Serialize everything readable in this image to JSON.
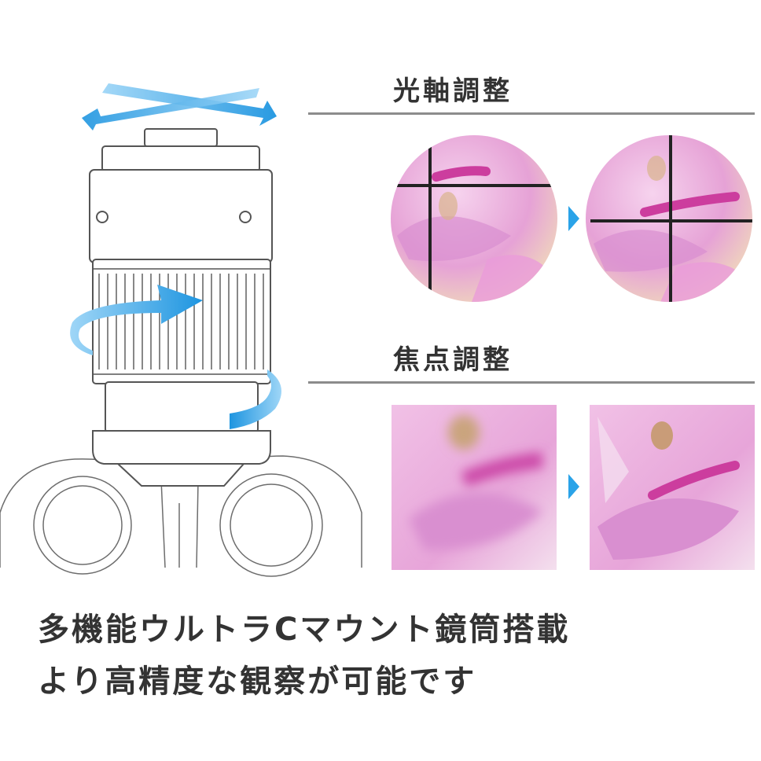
{
  "sections": {
    "optical_axis": {
      "title": "光軸調整"
    },
    "focus": {
      "title": "焦点調整"
    }
  },
  "caption": {
    "line1": "多機能ウルトラCマウント鏡筒搭載",
    "line2": "より高精度な観察が可能です"
  },
  "colors": {
    "arrow_blue": "#2aa3e8",
    "rule_gray": "#8c8c8c",
    "flower_pink": "#e6a2d6"
  }
}
